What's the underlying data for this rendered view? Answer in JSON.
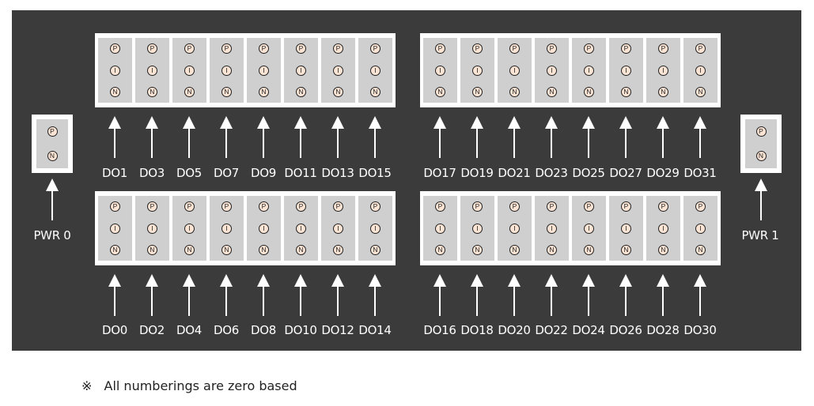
{
  "pin_letters": {
    "p": "P",
    "i": "I",
    "n": "N"
  },
  "top_labels_left": [
    "DO1",
    "DO3",
    "DO5",
    "DO7",
    "DO9",
    "DO11",
    "DO13",
    "DO15"
  ],
  "top_labels_right": [
    "DO17",
    "DO19",
    "DO21",
    "DO23",
    "DO25",
    "DO27",
    "DO29",
    "DO31"
  ],
  "bottom_labels_left": [
    "DO0",
    "DO2",
    "DO4",
    "DO6",
    "DO8",
    "DO10",
    "DO12",
    "DO14"
  ],
  "bottom_labels_right": [
    "DO16",
    "DO18",
    "DO20",
    "DO22",
    "DO24",
    "DO26",
    "DO28",
    "DO30"
  ],
  "power": {
    "left_label": "PWR 0",
    "right_label": "PWR 1"
  },
  "note": {
    "symbol": "※",
    "text": "All numberings are zero based"
  },
  "colors": {
    "panel": "#3b3b3b",
    "module": "#cfcfcf",
    "pin_fill": "#fbe4d4",
    "frame": "#ffffff"
  }
}
